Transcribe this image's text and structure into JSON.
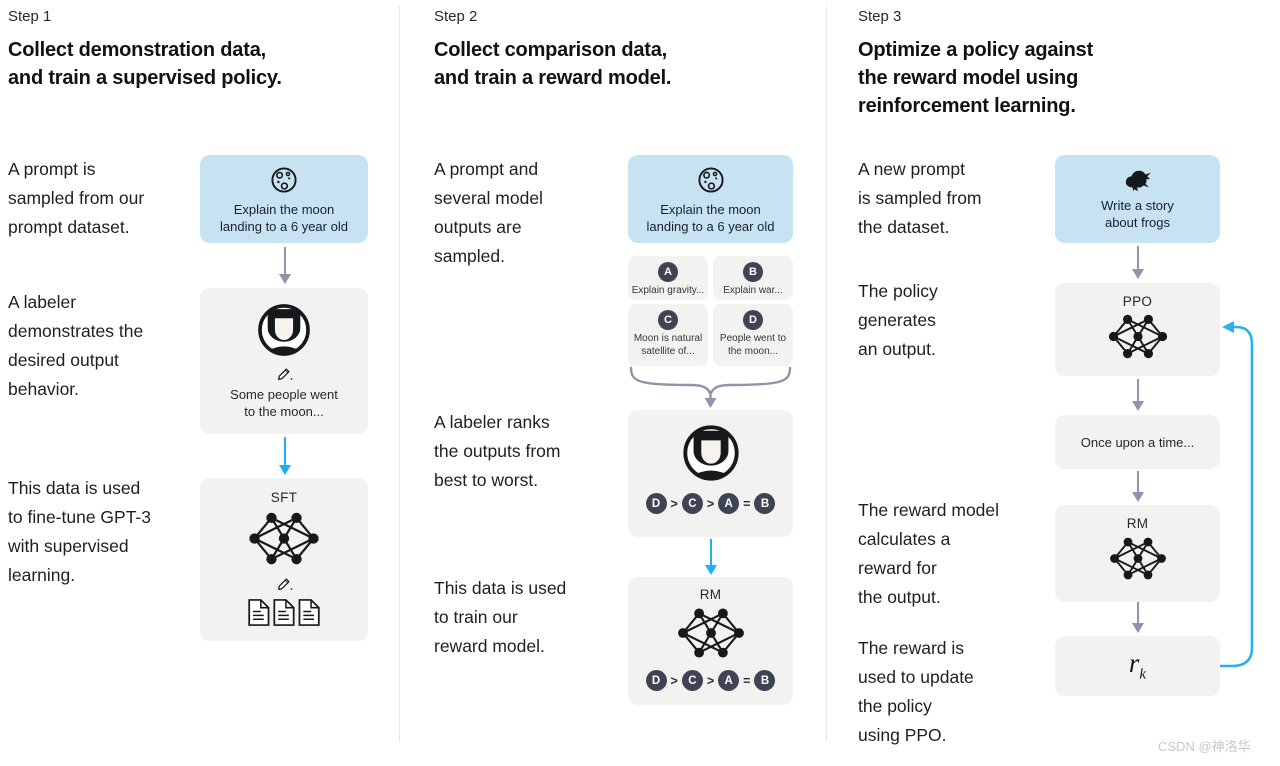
{
  "diagram": {
    "watermark": "CSDN @神洛华",
    "colors": {
      "prompt_box_bg": "#c7e3f1",
      "box_bg": "#f2f2f1",
      "badge_bg": "#3e4454",
      "arrow_gray": "#9093a9",
      "arrow_blue": "#1fb0f4",
      "heading_text": "#101114",
      "body_text": "#1e1f22",
      "watermark_text": "#c8c8c8",
      "divider": "#e7e7e7"
    },
    "steps": [
      {
        "label": "Step 1",
        "title_lines": [
          "Collect demonstration data,",
          "and train a supervised policy."
        ],
        "paragraphs": [
          {
            "lines": [
              "A prompt is",
              "sampled from our",
              "prompt dataset."
            ]
          },
          {
            "lines": [
              "A labeler",
              "demonstrates the",
              "desired output",
              "behavior."
            ]
          },
          {
            "lines": [
              "This data is used",
              "to fine-tune GPT-3",
              "with supervised",
              "learning."
            ]
          }
        ],
        "prompt_box": {
          "icon": "moon-icon",
          "lines": [
            "Explain the moon",
            "landing to a 6 year old"
          ]
        },
        "labeler_box": {
          "icon": "labeler-avatar-icon",
          "lines": [
            "Some people went",
            "to the moon..."
          ]
        },
        "model_box": {
          "label": "SFT"
        }
      },
      {
        "label": "Step 2",
        "title_lines": [
          "Collect comparison data,",
          "and train a reward model."
        ],
        "paragraphs": [
          {
            "lines": [
              "A prompt and",
              "several model",
              "outputs are",
              "sampled."
            ]
          },
          {
            "lines": [
              "A labeler ranks",
              "the outputs from",
              "best to worst."
            ]
          },
          {
            "lines": [
              "This data is used",
              "to train our",
              "reward model."
            ]
          }
        ],
        "prompt_box": {
          "icon": "moon-icon",
          "lines": [
            "Explain the moon",
            "landing to a 6 year old"
          ]
        },
        "outputs": [
          {
            "letter": "A",
            "lines": [
              "Explain gravity..."
            ]
          },
          {
            "letter": "B",
            "lines": [
              "Explain war..."
            ]
          },
          {
            "letter": "C",
            "lines": [
              "Moon is natural",
              "satellite of..."
            ]
          },
          {
            "letter": "D",
            "lines": [
              "People went to",
              "the moon..."
            ]
          }
        ],
        "ranking": [
          "D",
          ">",
          "C",
          ">",
          "A",
          "=",
          "B"
        ],
        "model_box": {
          "label": "RM"
        }
      },
      {
        "label": "Step 3",
        "title_lines": [
          "Optimize a policy against",
          "the reward model using",
          "reinforcement learning."
        ],
        "paragraphs": [
          {
            "lines": [
              "A new prompt",
              "is sampled from",
              "the dataset."
            ]
          },
          {
            "lines": [
              "The policy",
              "generates",
              "an output."
            ]
          },
          {
            "lines": [
              "The reward model",
              "calculates a",
              "reward for",
              "the output."
            ]
          },
          {
            "lines": [
              "The reward is",
              "used to update",
              "the policy",
              "using PPO."
            ]
          }
        ],
        "prompt_box": {
          "icon": "frog-icon",
          "lines": [
            "Write a story",
            "about frogs"
          ]
        },
        "policy_box": {
          "label": "PPO"
        },
        "output_box": {
          "text": "Once upon a time..."
        },
        "reward_box": {
          "label": "RM"
        },
        "reward_value": {
          "base": "r",
          "sub": "k"
        }
      }
    ]
  }
}
